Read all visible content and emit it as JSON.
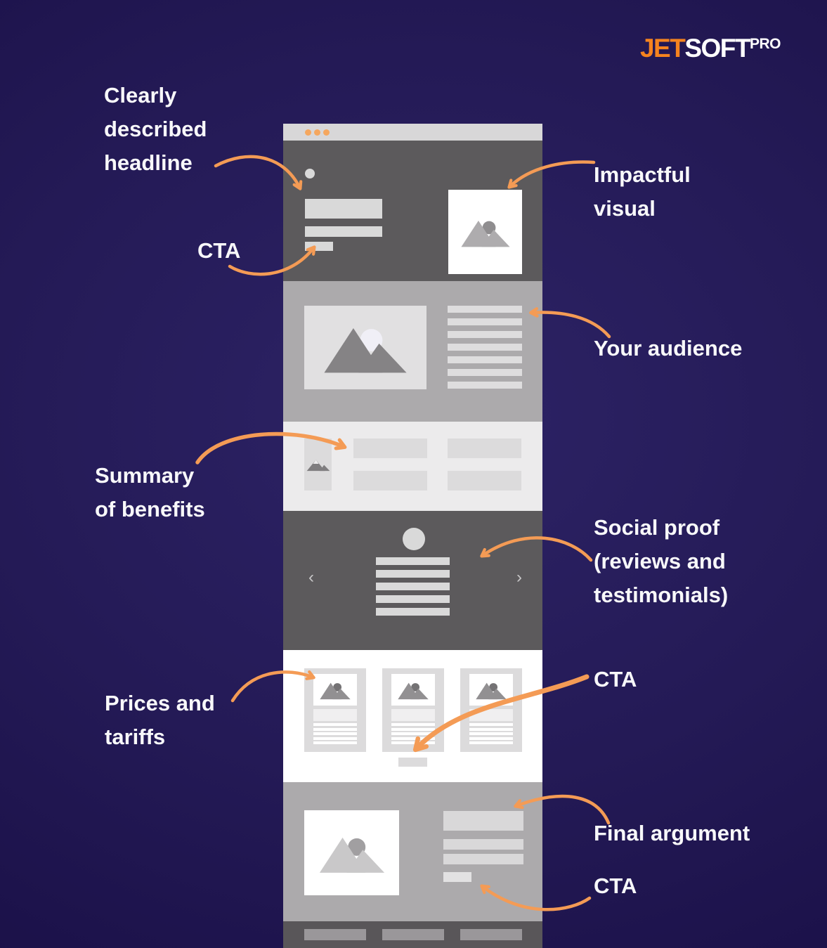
{
  "logo": {
    "jet": "JET",
    "soft": "SOFT",
    "pro": "PRO"
  },
  "annotations": [
    {
      "id": "headline",
      "side": "left",
      "lines": [
        "Clearly",
        "described",
        "headline"
      ]
    },
    {
      "id": "cta-hero",
      "side": "left",
      "lines": [
        "CTA"
      ]
    },
    {
      "id": "benefits",
      "side": "left",
      "lines": [
        "Summary",
        "of benefits"
      ]
    },
    {
      "id": "prices",
      "side": "left",
      "lines": [
        "Prices and",
        "tariffs"
      ]
    },
    {
      "id": "visual",
      "side": "right",
      "lines": [
        "Impactful",
        "visual"
      ]
    },
    {
      "id": "audience",
      "side": "right",
      "lines": [
        "Your audience"
      ]
    },
    {
      "id": "social",
      "side": "right",
      "lines": [
        "Social proof",
        "(reviews and",
        "testimonials)"
      ]
    },
    {
      "id": "cta-pricing",
      "side": "right",
      "lines": [
        "CTA"
      ]
    },
    {
      "id": "final",
      "side": "right",
      "lines": [
        "Final argument"
      ]
    },
    {
      "id": "cta-final",
      "side": "right",
      "lines": [
        "CTA"
      ]
    }
  ],
  "wireframe": {
    "carousel": {
      "prev": "‹",
      "next": "›"
    }
  },
  "colors": {
    "accent_orange": "#F49B55",
    "logo_orange": "#F5831F",
    "background_navy": "#241A56"
  }
}
